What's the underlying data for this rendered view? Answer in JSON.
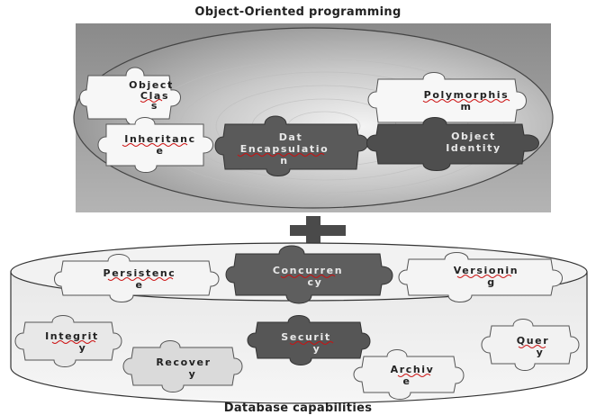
{
  "top": {
    "caption": "Object-Oriented programming",
    "pieces": [
      {
        "lines": [
          "Object",
          "Clas",
          "s"
        ],
        "tone": "light"
      },
      {
        "lines": [
          "Polymorphis",
          "m"
        ],
        "tone": "light"
      },
      {
        "lines": [
          "Inheritanc",
          "e"
        ],
        "tone": "light"
      },
      {
        "lines": [
          "Dat",
          "Encapsulatio",
          "n"
        ],
        "tone": "dark"
      },
      {
        "lines": [
          "Object",
          "Identity"
        ],
        "tone": "dark"
      }
    ]
  },
  "plus_symbol": "plus",
  "bottom": {
    "caption": "Database capabilities",
    "pieces": [
      {
        "lines": [
          "Persistenc",
          "e"
        ],
        "tone": "light"
      },
      {
        "lines": [
          "Concurren",
          "cy"
        ],
        "tone": "dark"
      },
      {
        "lines": [
          "Versionin",
          "g"
        ],
        "tone": "light"
      },
      {
        "lines": [
          "Integrit",
          "y"
        ],
        "tone": "light"
      },
      {
        "lines": [
          "Securit",
          "y"
        ],
        "tone": "dark"
      },
      {
        "lines": [
          "Recover",
          "y"
        ],
        "tone": "light"
      },
      {
        "lines": [
          "Archiv",
          "e"
        ],
        "tone": "light"
      },
      {
        "lines": [
          "Quer",
          "y"
        ],
        "tone": "light"
      }
    ]
  }
}
